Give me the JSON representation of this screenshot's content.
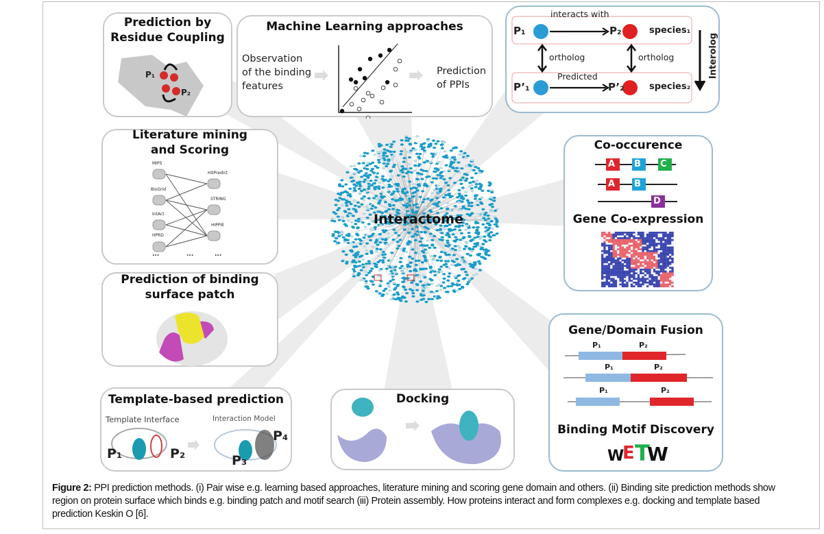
{
  "center": {
    "label": "Interactome"
  },
  "residue_coupling": {
    "title_line1": "Prediction by",
    "title_line2": "Residue Coupling",
    "p1": "P₁",
    "p2": "P₂"
  },
  "machine_learning": {
    "title": "Machine Learning approaches",
    "input_lines": [
      "Observation",
      "of the binding",
      "features"
    ],
    "output_lines": [
      "Prediction",
      "of PPIs"
    ]
  },
  "interolog": {
    "top_edge": "interacts with",
    "bottom_edge": "Predicted",
    "p1": "P₁",
    "p2": "P₂",
    "p1_prime": "P’₁",
    "p2_prime": "P’₂",
    "species1": "species₁",
    "species2": "species₂",
    "ortholog_left": "ortholog",
    "ortholog_right": "ortholog",
    "side_label": "Interolog",
    "colors": {
      "protein_a": "#2b9bd6",
      "protein_b": "#e02020"
    }
  },
  "literature": {
    "title_line1": "Literature mining",
    "title_line2": "and Scoring",
    "sources": [
      "MIPS",
      "BioGrid",
      "IntAct",
      "HPRD"
    ],
    "targets": [
      "HitPredict",
      "STRING",
      "HIPPIE"
    ],
    "ellipsis": "..."
  },
  "binding_patch": {
    "title_line1": "Prediction of binding",
    "title_line2": "surface patch"
  },
  "template": {
    "title": "Template-based prediction",
    "left_label": "Template Interface",
    "right_label": "Interaction Model",
    "p1": "P₁",
    "p2": "P₂",
    "p3": "P₃",
    "p4": "P₄"
  },
  "docking": {
    "title": "Docking"
  },
  "cooccurrence": {
    "title": "Co-occurence",
    "genes": [
      "A",
      "B",
      "C",
      "A",
      "B",
      "D"
    ],
    "coexpression_title": "Gene Co-expression",
    "colors": {
      "A": "#e0262b",
      "B": "#1fa3d8",
      "C": "#1fb04b",
      "D": "#8a2f9c"
    }
  },
  "fusion": {
    "title": "Gene/Domain Fusion",
    "p1": "P₁",
    "p2": "P₂",
    "motif_title": "Binding Motif Discovery",
    "colors": {
      "p1": "#8fb8e3",
      "p2": "#e0262b"
    }
  },
  "caption": {
    "label": "Figure 2:",
    "text": " PPI prediction methods. (i) Pair wise e.g. learning based approaches, literature mining and scoring gene domain and others. (ii) Binding site prediction methods show region on protein surface which binds e.g. binding patch and motif search (iii) Protein assembly. How proteins interact and form complexes e.g. docking and template based prediction Keskin O [6]."
  }
}
